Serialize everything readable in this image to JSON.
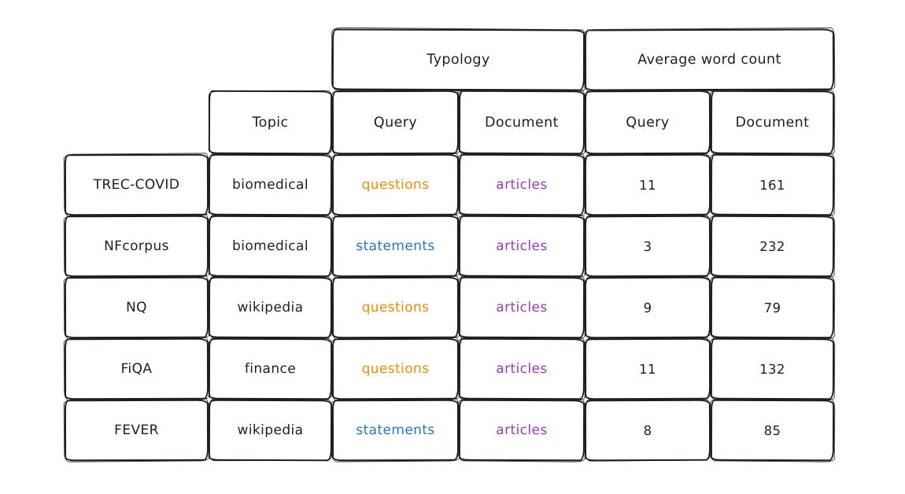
{
  "table": {
    "header_groups": {
      "typology": "Typology",
      "avg_word_count": "Average word count"
    },
    "sub_headers": {
      "topic": "Topic",
      "typology_query": "Query",
      "typology_document": "Document",
      "awc_query": "Query",
      "awc_document": "Document"
    },
    "rows": [
      {
        "name": "TREC-COVID",
        "topic": "biomedical",
        "query_type": "questions",
        "document_type": "articles",
        "query_wc": "11",
        "document_wc": "161"
      },
      {
        "name": "NFcorpus",
        "topic": "biomedical",
        "query_type": "statements",
        "document_type": "articles",
        "query_wc": "3",
        "document_wc": "232"
      },
      {
        "name": "NQ",
        "topic": "wikipedia",
        "query_type": "questions",
        "document_type": "articles",
        "query_wc": "9",
        "document_wc": "79"
      },
      {
        "name": "FiQA",
        "topic": "finance",
        "query_type": "questions",
        "document_type": "articles",
        "query_wc": "11",
        "document_wc": "132"
      },
      {
        "name": "FEVER",
        "topic": "wikipedia",
        "query_type": "statements",
        "document_type": "articles",
        "query_wc": "8",
        "document_wc": "85"
      }
    ],
    "colors": {
      "questions": "#f08c00",
      "statements": "#2277cc",
      "articles": "#9c3ab8",
      "ink": "#1e1e1e"
    }
  }
}
